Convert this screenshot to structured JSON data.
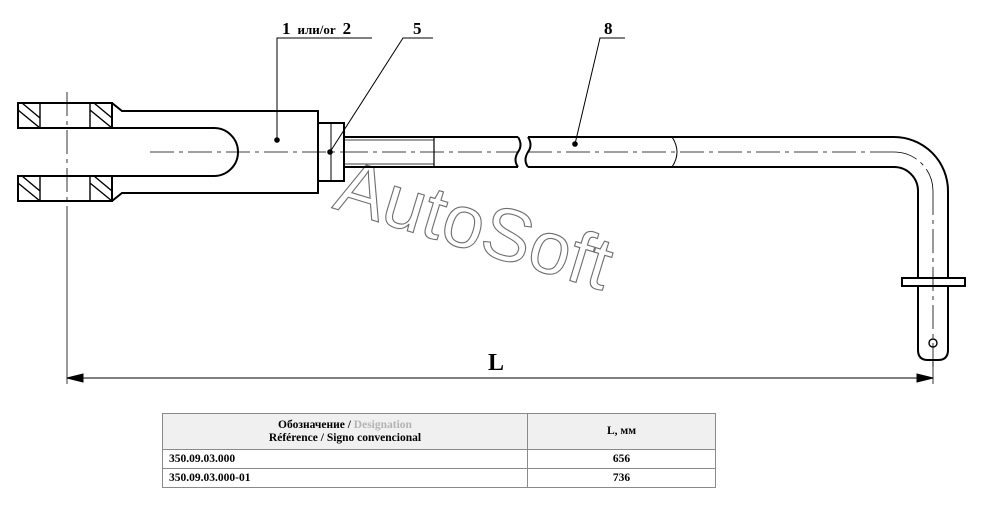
{
  "callouts": {
    "c1_num": "1",
    "c1_text": "или/or",
    "c1_num2": "2",
    "c5": "5",
    "c8": "8"
  },
  "dimension": {
    "label": "L"
  },
  "watermark": "AutoSoft",
  "table": {
    "header_designation_line1": "Обозначение /",
    "header_designation_ghost": "Designation",
    "header_designation_line2": "Référence / Signo convencional",
    "header_length": "L, мм",
    "rows": [
      {
        "designation": "350.09.03.000",
        "length": "656"
      },
      {
        "designation": "350.09.03.000-01",
        "length": "736"
      }
    ]
  }
}
